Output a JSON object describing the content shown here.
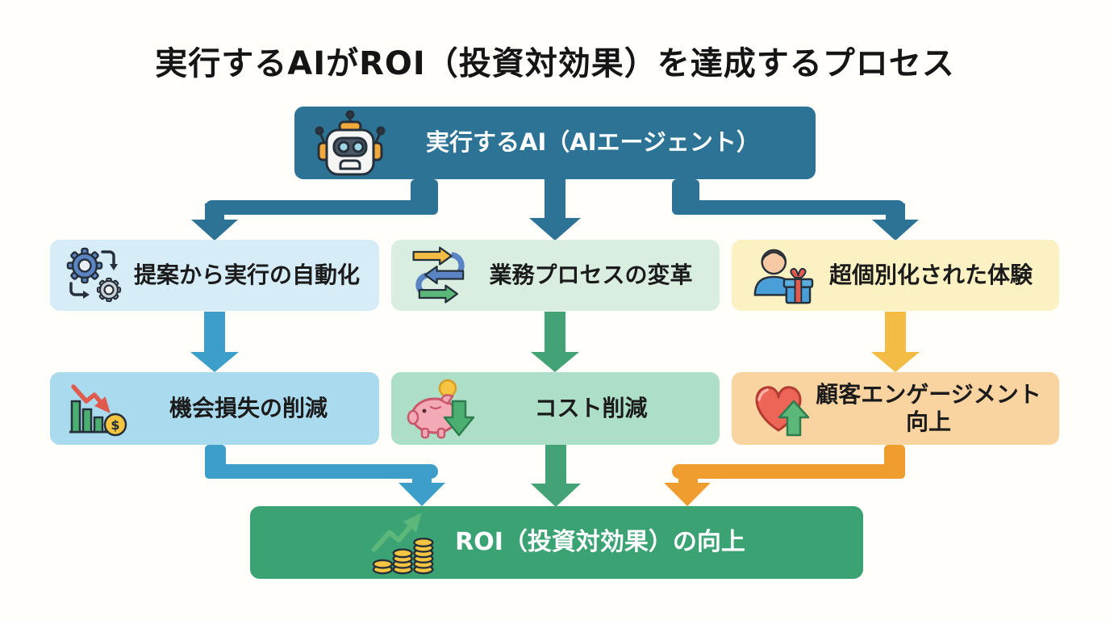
{
  "title": "実行するAIがROI（投資対効果）を達成するプロセス",
  "top_box": {
    "label": "実行するAI（AIエージェント）",
    "icon": "robot-icon"
  },
  "row1": {
    "boxes": [
      {
        "label": "提案から実行の自動化",
        "icon": "gears-automation-icon"
      },
      {
        "label": "業務プロセスの変革",
        "icon": "process-arrows-icon"
      },
      {
        "label": "超個別化された体験",
        "icon": "person-gift-icon"
      }
    ]
  },
  "row2": {
    "boxes": [
      {
        "label": "機会損失の削減",
        "icon": "declining-chart-dollar-icon"
      },
      {
        "label": "コスト削減",
        "icon": "piggy-bank-icon"
      },
      {
        "label": "顧客エンゲージメント向上",
        "icon": "heart-up-arrow-icon"
      }
    ]
  },
  "bottom_box": {
    "label": "ROI（投資対効果）の向上",
    "icon": "coins-growth-icon"
  },
  "colors": {
    "background": "#fffefb",
    "teal": "#2d7396",
    "blue_arrow": "#3d9fc9",
    "green_arrow": "#43a376",
    "yellow_arrow": "#f2bc45",
    "orange_arrow": "#ef9d2e",
    "box_light_blue": "#d6ecf7",
    "box_light_green": "#d9eee0",
    "box_light_yellow": "#fcf1c2",
    "box_mid_blue": "#aadaee",
    "box_mid_green": "#addec7",
    "box_mid_orange": "#f9d3a0",
    "bottom_green": "#3ba273",
    "text_dark": "#1b1b1b",
    "text_light": "#ffffff"
  }
}
